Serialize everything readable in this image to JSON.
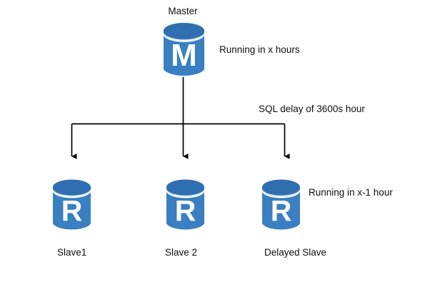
{
  "diagram": {
    "title_node": {
      "label": "Master",
      "glyph": "M",
      "annotation": "Running in x hours"
    },
    "edge_label": "SQL delay of 3600s hour",
    "replicas": [
      {
        "glyph": "R",
        "label": "Slave1",
        "annotation": ""
      },
      {
        "glyph": "R",
        "label": "Slave 2",
        "annotation": ""
      },
      {
        "glyph": "R",
        "label": "Delayed Slave",
        "annotation": "Running in x-1 hour"
      }
    ],
    "colors": {
      "db_body": "#3a7fc1",
      "db_top": "#2f6fb0",
      "db_glyph": "#ffffff",
      "line": "#000000",
      "background": "#ffffff",
      "text": "#0f0f0f"
    }
  }
}
